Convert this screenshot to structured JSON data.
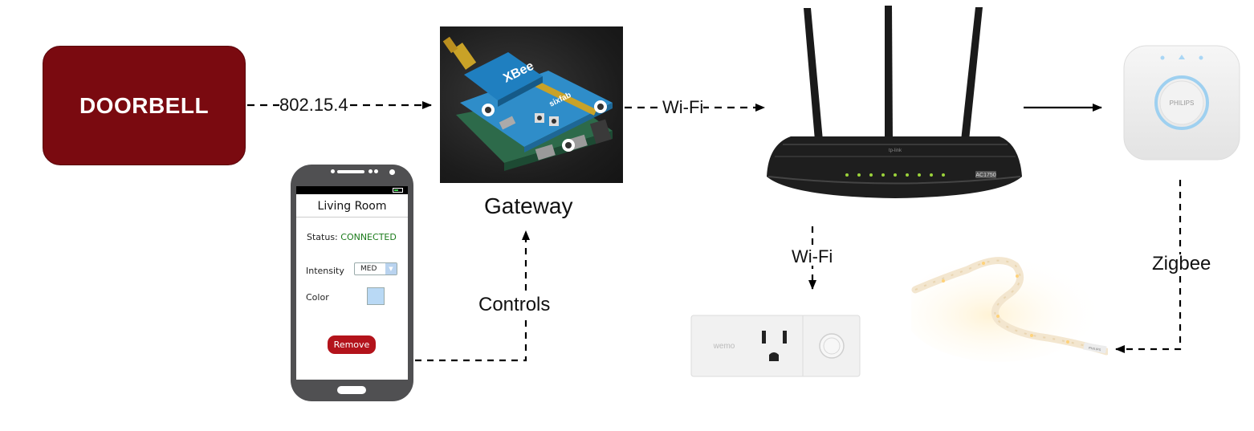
{
  "diagram": {
    "doorbell": {
      "label": "DOORBELL",
      "fill": "#7a0a10"
    },
    "gateway": {
      "label": "Gateway"
    },
    "edges": {
      "doorbell_to_gateway": "802.15.4",
      "gateway_to_router": "Wi-Fi",
      "router_to_plug": "Wi-Fi",
      "bridge_to_strip": "Zigbee",
      "phone_to_gateway": "Controls"
    },
    "gateway_board": {
      "brand": "sixfab",
      "module": "XBee"
    },
    "router": {
      "brand": "tp-link",
      "model": "AC1750"
    },
    "bridge": {
      "brand": "PHILIPS"
    },
    "smart_plug": {
      "brand": "wemo"
    },
    "light_strip": {
      "brand": "PHILIPS"
    }
  },
  "phone_app": {
    "title": "Living Room",
    "status_label": "Status:",
    "status_value": "CONNECTED",
    "intensity_label": "Intensity",
    "intensity_value": "MED",
    "color_label": "Color",
    "color_value": "#b9d9f5",
    "remove_label": "Remove"
  }
}
